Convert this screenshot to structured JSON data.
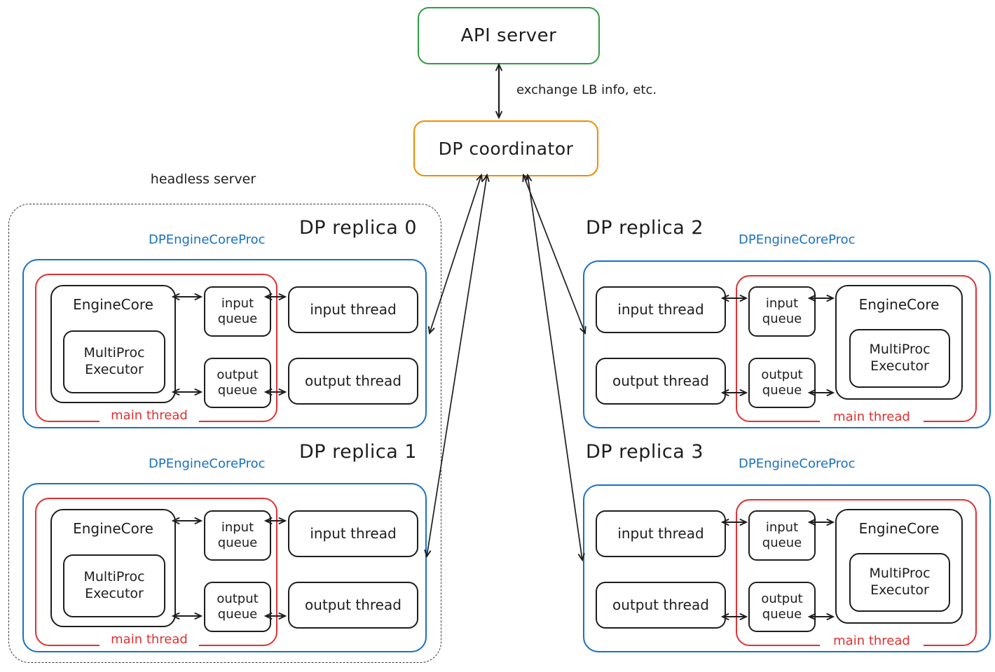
{
  "colors": {
    "api_server_border": "#2f9e44",
    "coordinator_border": "#f08c00",
    "engine_proc_border": "#1971c2",
    "main_thread_border": "#e03131",
    "ink": "#1e1e1e",
    "background": "#ffffff"
  },
  "top": {
    "api_server_label": "API server",
    "link_label": "exchange LB info, etc.",
    "coordinator_label": "DP coordinator"
  },
  "headless_group": {
    "label": "headless server"
  },
  "replicas": [
    {
      "title": "DP replica 0",
      "proc_label": "DPEngineCoreProc",
      "main_thread_label": "main thread",
      "engine_core_label": "EngineCore",
      "executor_label": "MultiProc Executor",
      "input_queue_label": "input queue",
      "output_queue_label": "output queue",
      "input_thread_label": "input thread",
      "output_thread_label": "output thread",
      "layout": "engine-core-left"
    },
    {
      "title": "DP replica 1",
      "proc_label": "DPEngineCoreProc",
      "main_thread_label": "main thread",
      "engine_core_label": "EngineCore",
      "executor_label": "MultiProc Executor",
      "input_queue_label": "input queue",
      "output_queue_label": "output queue",
      "input_thread_label": "input thread",
      "output_thread_label": "output thread",
      "layout": "engine-core-left"
    },
    {
      "title": "DP replica 2",
      "proc_label": "DPEngineCoreProc",
      "main_thread_label": "main thread",
      "engine_core_label": "EngineCore",
      "executor_label": "MultiProc Executor",
      "input_queue_label": "input queue",
      "output_queue_label": "output queue",
      "input_thread_label": "input thread",
      "output_thread_label": "output thread",
      "layout": "engine-core-right"
    },
    {
      "title": "DP replica 3",
      "proc_label": "DPEngineCoreProc",
      "main_thread_label": "main thread",
      "engine_core_label": "EngineCore",
      "executor_label": "MultiProc Executor",
      "input_queue_label": "input queue",
      "output_queue_label": "output queue",
      "input_thread_label": "input thread",
      "output_thread_label": "output thread",
      "layout": "engine-core-right"
    }
  ]
}
